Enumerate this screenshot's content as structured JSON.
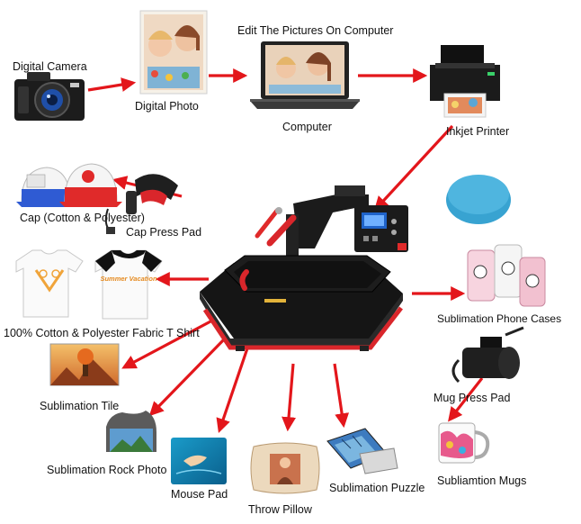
{
  "colors": {
    "arrow": "#e3161b",
    "machine_body": "#1a1a1a",
    "machine_red": "#d9262b",
    "mug_blue": "#38a3d1",
    "background": "#ffffff"
  },
  "icons": {
    "camera": "digital-camera-icon",
    "photo": "digital-photo-icon",
    "computer": "laptop-icon",
    "printer": "inkjet-printer-icon",
    "machine": "heat-press-machine-icon"
  },
  "labels": {
    "digital_camera": "Digital Camera",
    "digital_photo": "Digital Photo",
    "edit_pictures": "Edit The Pictures On Computer",
    "computer": "Computer",
    "inkjet_printer": "Inkjet Printer",
    "cap": "Cap (Cotton & Polyester)",
    "cap_press_pad": "Cap Press Pad",
    "t_shirt": "100% Cotton & Polyester Fabric T Shirt",
    "tile": "Sublimation Tile",
    "rock_photo": "Sublimation Rock Photo",
    "mouse_pad": "Mouse Pad",
    "throw_pillow": "Throw Pillow",
    "puzzle": "Sublimation Puzzle",
    "phone_cases": "Sublimation Phone Cases",
    "mug_press_pad": "Mug Press Pad",
    "mugs": "Subliamtion Mugs"
  },
  "product_text": {
    "shirt_print": "Summer Vacation"
  }
}
